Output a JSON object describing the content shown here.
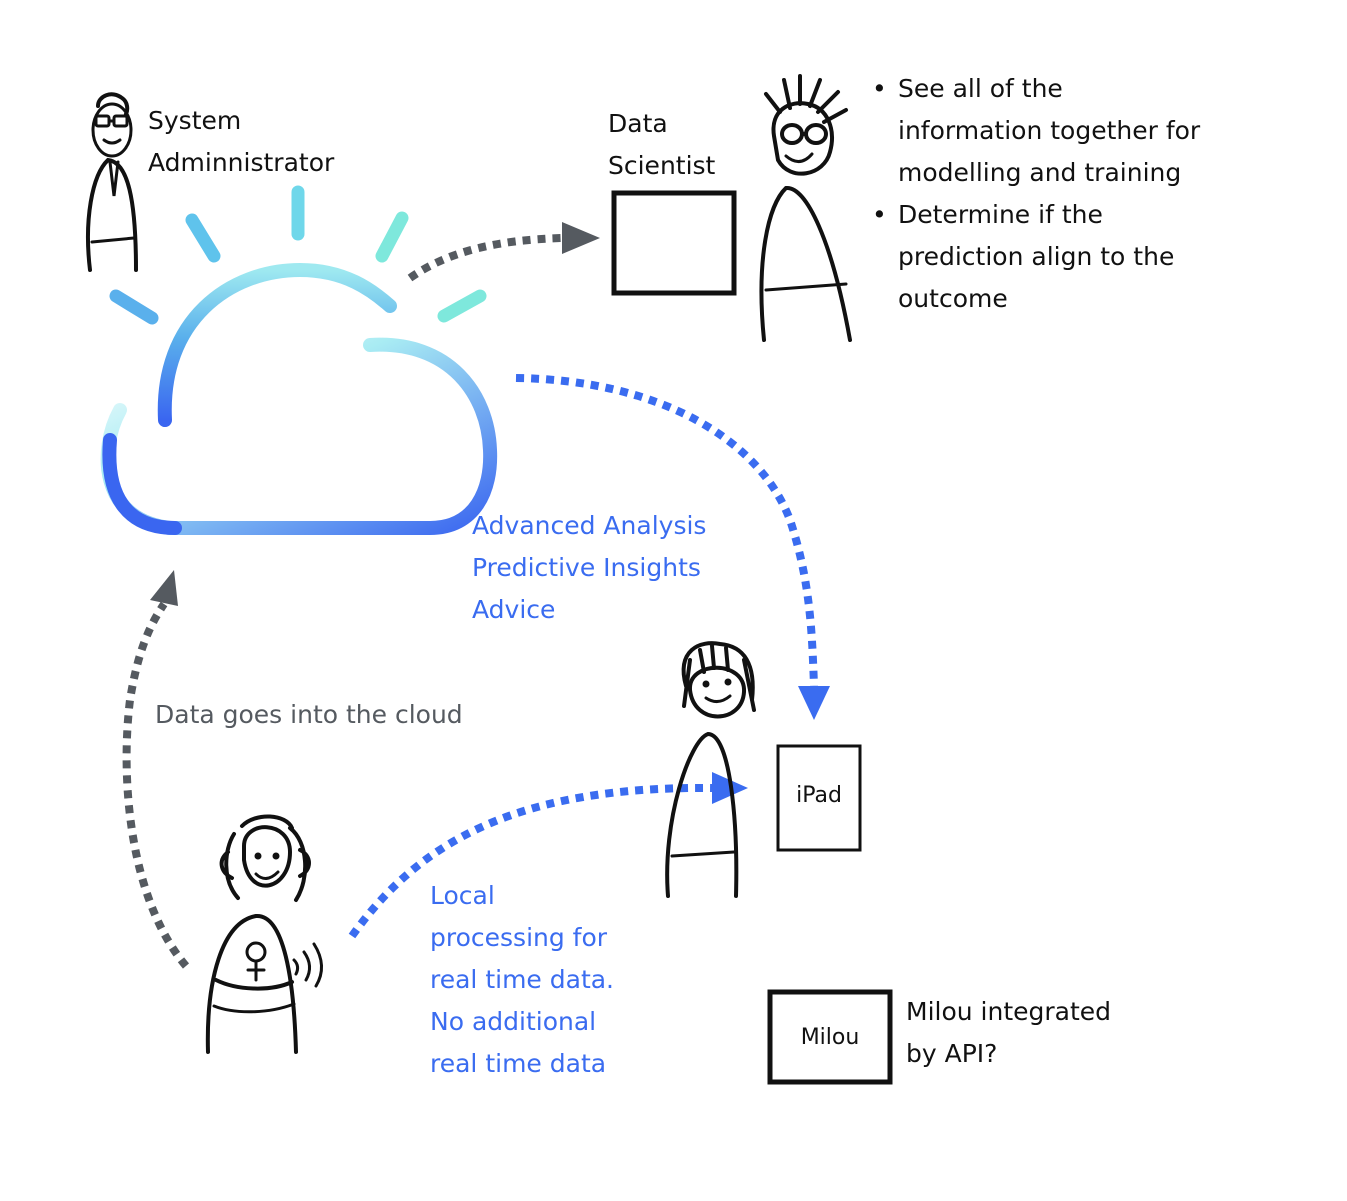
{
  "people": {
    "system_admin": {
      "label_line1": "System",
      "label_line2": "Adminnistrator"
    },
    "data_scientist": {
      "label_line1": "Data",
      "label_line2": "Scientist"
    }
  },
  "data_scientist_goals": [
    {
      "line1": "See all of the",
      "line2": "information together for",
      "line3": "modelling and training"
    },
    {
      "line1": "Determine if the",
      "line2": "prediction align to the",
      "line3": "outcome"
    }
  ],
  "cloud_outputs": {
    "line1": "Advanced Analysis",
    "line2": "Predictive Insights",
    "line3": "Advice"
  },
  "data_flow_label": "Data goes into the cloud",
  "local_processing": {
    "line1": "Local",
    "line2": "processing for",
    "line3": "real time data.",
    "line4": "No additional",
    "line5": "real time data"
  },
  "devices": {
    "ipad": "iPad",
    "milou": "Milou"
  },
  "milou_note": {
    "line1": "Milou integrated",
    "line2": "by API?"
  },
  "colors": {
    "ink": "#111111",
    "accent_blue": "#3a6cf0",
    "arrow_gray": "#555a60",
    "cloud_light": "#9fe9f0",
    "cloud_mid": "#5ab0ec",
    "cloud_deep": "#3a66f0",
    "ray_teal": "#7ee8dc",
    "ray_blue": "#5fb8ec"
  },
  "icons": [
    "cloud-icon",
    "sun-ray-icon",
    "stick-figure-icon",
    "screen-icon",
    "tablet-icon",
    "wave-icon"
  ]
}
